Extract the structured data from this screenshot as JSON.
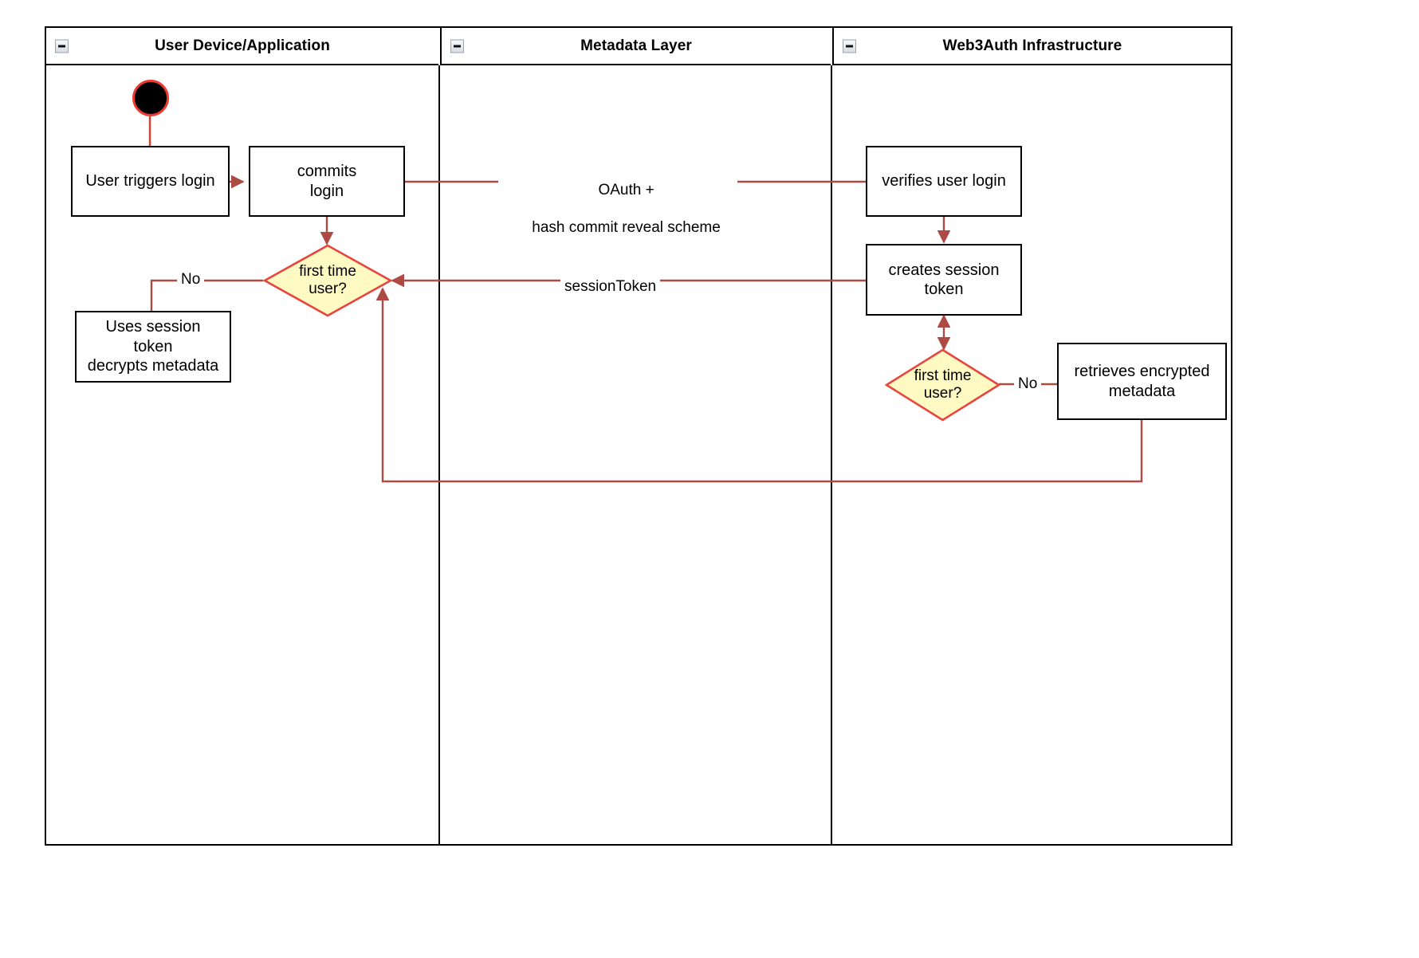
{
  "diagram": {
    "type": "uml-activity-swimlane",
    "accent_line_color": "#AE4A44",
    "decision_fill_color": "#FFF9C4",
    "decision_border_color": "#E8453C",
    "node_border_color": "#000000",
    "start_node_ring_color": "#EE3B2F"
  },
  "lanes": [
    {
      "id": "user-device",
      "title": "User Device/Application",
      "collapse_icon": "minus-icon"
    },
    {
      "id": "metadata-layer",
      "title": "Metadata Layer",
      "collapse_icon": "minus-icon"
    },
    {
      "id": "web3auth",
      "title": "Web3Auth Infrastructure",
      "collapse_icon": "minus-icon"
    }
  ],
  "nodes": {
    "start": {
      "name": "start-node",
      "label": ""
    },
    "user_triggers_login": {
      "label": "User triggers login"
    },
    "commits_login": {
      "label": "commits\nlogin",
      "line1": "commits",
      "line2": "login"
    },
    "first_time_user_left": {
      "line1": "first time",
      "line2": "user?"
    },
    "uses_session_token": {
      "line1": "Uses session",
      "line2": "token",
      "line3": "decrypts metadata"
    },
    "verifies_user_login": {
      "label": "verifies user login"
    },
    "creates_session_token": {
      "line1": "creates session",
      "line2": "token"
    },
    "first_time_user_right": {
      "line1": "first time",
      "line2": "user?"
    },
    "retrieves_encrypted_metadata": {
      "line1": "retrieves encrypted",
      "line2": "metadata"
    }
  },
  "edge_labels": {
    "oauth": {
      "line1": "OAuth +",
      "line2": "hash commit reveal scheme"
    },
    "session_token": "sessionToken",
    "no_left": "No",
    "no_right": "No"
  }
}
